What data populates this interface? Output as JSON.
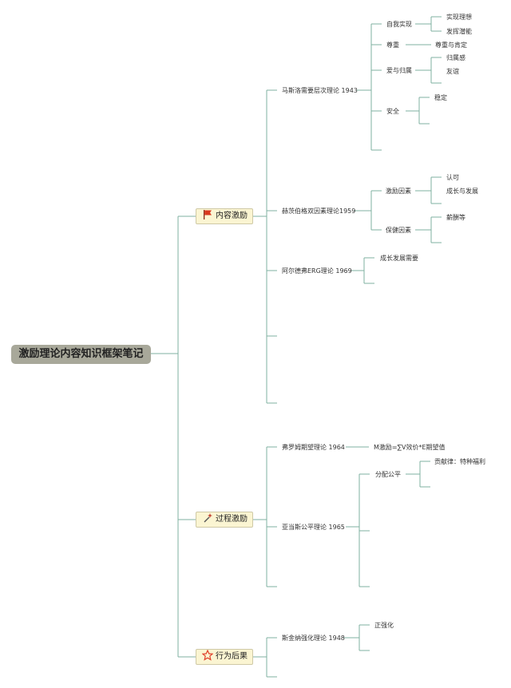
{
  "root": {
    "title": "激励理论内容知识框架笔记"
  },
  "categories": [
    {
      "label": "内容激励",
      "icon": "red-flag-icon",
      "theories": [
        {
          "label": "马斯洛需要层次理论 1943",
          "children": [
            {
              "label": "自我实现",
              "children": [
                "实现理想",
                "发挥潜能"
              ]
            },
            {
              "label": "尊重",
              "children": [
                "尊重与肯定"
              ]
            },
            {
              "label": "爱与归属",
              "children": [
                "归属感",
                "友谊"
              ]
            },
            {
              "label": "安全",
              "children": [
                "稳定"
              ]
            }
          ]
        },
        {
          "label": "赫茨伯格双因素理论1959",
          "children": [
            {
              "label": "激励因素",
              "children": [
                "认可",
                "成长与发展"
              ]
            },
            {
              "label": "保健因素",
              "children": [
                "薪酬等"
              ]
            }
          ]
        },
        {
          "label": "阿尔德弗ERG理论 1969",
          "children": [
            {
              "label": "成长发展需要",
              "children": []
            }
          ]
        }
      ]
    },
    {
      "label": "过程激励",
      "icon": "wand-icon",
      "theories": [
        {
          "label": "弗罗姆期望理论 1964",
          "children": [
            {
              "label": "M激励=∑V效价*E期望值",
              "children": []
            }
          ]
        },
        {
          "label": "亚当斯公平理论 1965",
          "children": [
            {
              "label": "分配公平",
              "children": [
                "贡献律：特种福利"
              ]
            }
          ]
        }
      ]
    },
    {
      "label": "行为后果",
      "icon": "star-icon",
      "theories": [
        {
          "label": "斯金纳强化理论 1948",
          "children": [
            {
              "label": "正强化",
              "children": []
            }
          ]
        }
      ]
    }
  ],
  "colors": {
    "line": "#7fb0a0",
    "root_bg": "#a8a89a",
    "category_bg": "#fbf5d2",
    "flag": "#d9381e",
    "star": "#e0402a",
    "wand": "#c0392b"
  }
}
